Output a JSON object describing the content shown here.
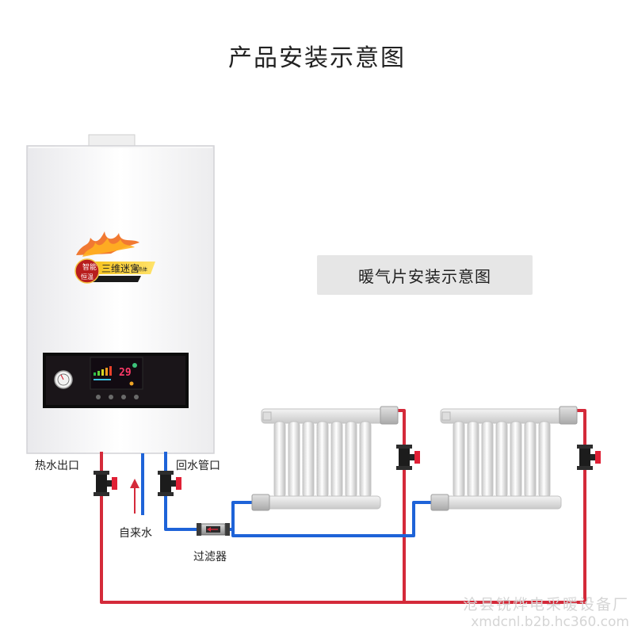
{
  "title": "产品安装示意图",
  "subtitle": "暖气片安装示意图",
  "labels": {
    "hot_outlet": "热水出口",
    "return_inlet": "回水管口",
    "tap_water": "自来水",
    "filter": "过滤器"
  },
  "boiler": {
    "badge_left_top": "智能",
    "badge_left_bottom": "恒温",
    "badge_main": "三维迷宫",
    "badge_suffix": "变热体",
    "display_temp": "29"
  },
  "watermark": {
    "line1": "沧县锐烨电采暖设备厂",
    "line2": "xmdcnl.b2b.hc360.com"
  },
  "colors": {
    "hot_pipe": "#d42a3a",
    "cold_pipe": "#1e63d8",
    "valve_handle": "#e02035",
    "subtitle_bg": "#e6e6e6"
  }
}
